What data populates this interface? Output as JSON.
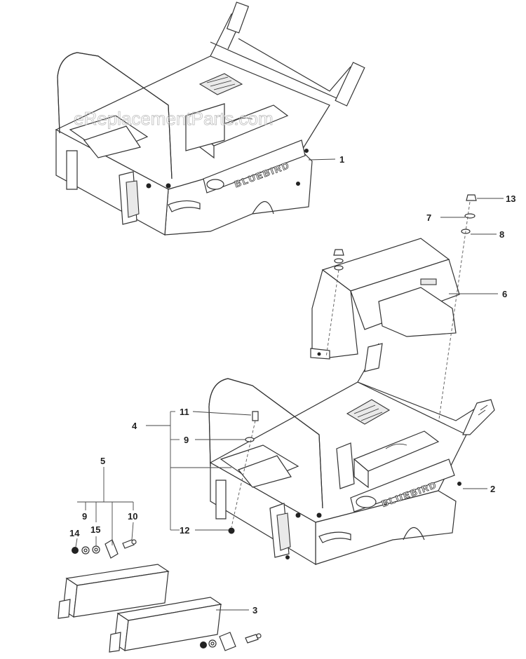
{
  "watermark": "eReplacementParts.com",
  "brand_upper": "BLUEBIRD",
  "brand_lower": "BLUEBIRD",
  "callouts": {
    "c1": "1",
    "c2": "2",
    "c3": "3",
    "c4": "4",
    "c5": "5",
    "c6": "6",
    "c7": "7",
    "c8": "8",
    "c9a": "9",
    "c9b": "9",
    "c10": "10",
    "c11": "11",
    "c12": "12",
    "c13": "13",
    "c14": "14",
    "c15": "15"
  }
}
